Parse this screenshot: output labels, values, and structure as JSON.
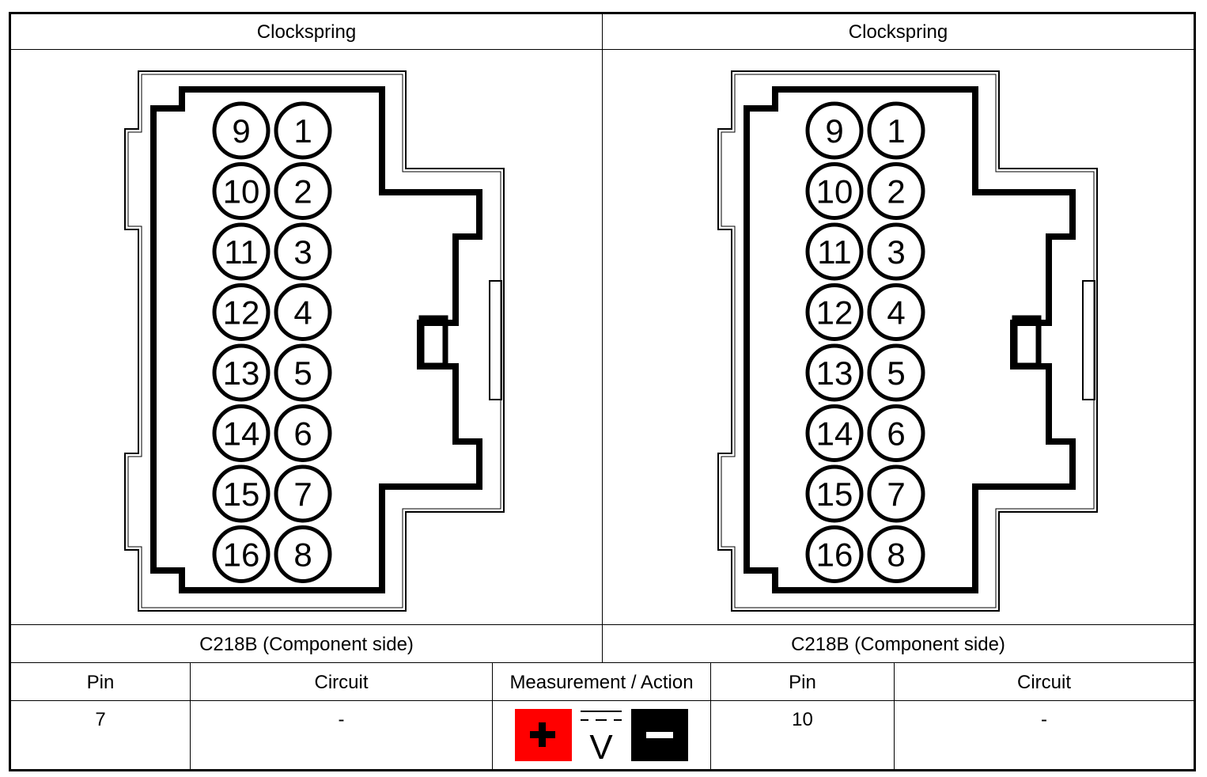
{
  "top_left": {
    "header": "Clockspring",
    "caption": "C218B (Component side)"
  },
  "top_right": {
    "header": "Clockspring",
    "caption": "C218B (Component side)"
  },
  "connector": {
    "left_column_pins": [
      "9",
      "10",
      "11",
      "12",
      "13",
      "14",
      "15",
      "16"
    ],
    "right_column_pins": [
      "1",
      "2",
      "3",
      "4",
      "5",
      "6",
      "7",
      "8"
    ]
  },
  "table": {
    "headers": {
      "pin1": "Pin",
      "circuit1": "Circuit",
      "measurement": "Measurement / Action",
      "pin2": "Pin",
      "circuit2": "Circuit"
    },
    "row": {
      "pin1": "7",
      "circuit1": "-",
      "pin2": "10",
      "circuit2": "-"
    }
  },
  "measurement_icons": {
    "positive_color": "#ff0000",
    "negative_color": "#000000",
    "positive_symbol": "plus-icon",
    "negative_symbol": "minus-icon",
    "meter_symbol": "dc-voltage-icon",
    "meter_letter": "V"
  }
}
